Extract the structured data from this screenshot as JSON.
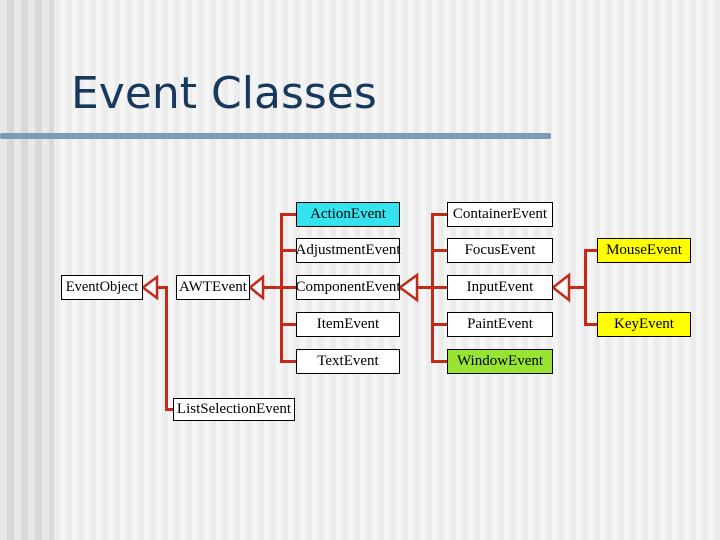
{
  "slide": {
    "title": "Event Classes"
  },
  "colors": {
    "title_text": "#17395E",
    "title_rule": "#7E9ABB",
    "connector_red": "#C22A1A",
    "node_cyan": "#35E3EF",
    "node_green": "#97E433",
    "node_yellow": "#FFFF00",
    "node_white": "#FFFFFF"
  },
  "diagram": {
    "nodes": [
      {
        "id": "event-object",
        "label": "EventObject",
        "fill": "#FFFFFF"
      },
      {
        "id": "awt-event",
        "label": "AWTEvent",
        "fill": "#FFFFFF"
      },
      {
        "id": "action-event",
        "label": "ActionEvent",
        "fill": "#35E3EF"
      },
      {
        "id": "adjustment-event",
        "label": "AdjustmentEvent",
        "fill": "#FFFFFF"
      },
      {
        "id": "component-event",
        "label": "ComponentEvent",
        "fill": "#FFFFFF"
      },
      {
        "id": "item-event",
        "label": "ItemEvent",
        "fill": "#FFFFFF"
      },
      {
        "id": "text-event",
        "label": "TextEvent",
        "fill": "#FFFFFF"
      },
      {
        "id": "container-event",
        "label": "ContainerEvent",
        "fill": "#FFFFFF"
      },
      {
        "id": "focus-event",
        "label": "FocusEvent",
        "fill": "#FFFFFF"
      },
      {
        "id": "input-event",
        "label": "InputEvent",
        "fill": "#FFFFFF"
      },
      {
        "id": "paint-event",
        "label": "PaintEvent",
        "fill": "#FFFFFF"
      },
      {
        "id": "window-event",
        "label": "WindowEvent",
        "fill": "#97E433"
      },
      {
        "id": "mouse-event",
        "label": "MouseEvent",
        "fill": "#FFFF00"
      },
      {
        "id": "key-event",
        "label": "KeyEvent",
        "fill": "#FFFF00"
      },
      {
        "id": "list-selection-event",
        "label": "ListSelectionEvent",
        "fill": "#FFFFFF"
      }
    ]
  }
}
